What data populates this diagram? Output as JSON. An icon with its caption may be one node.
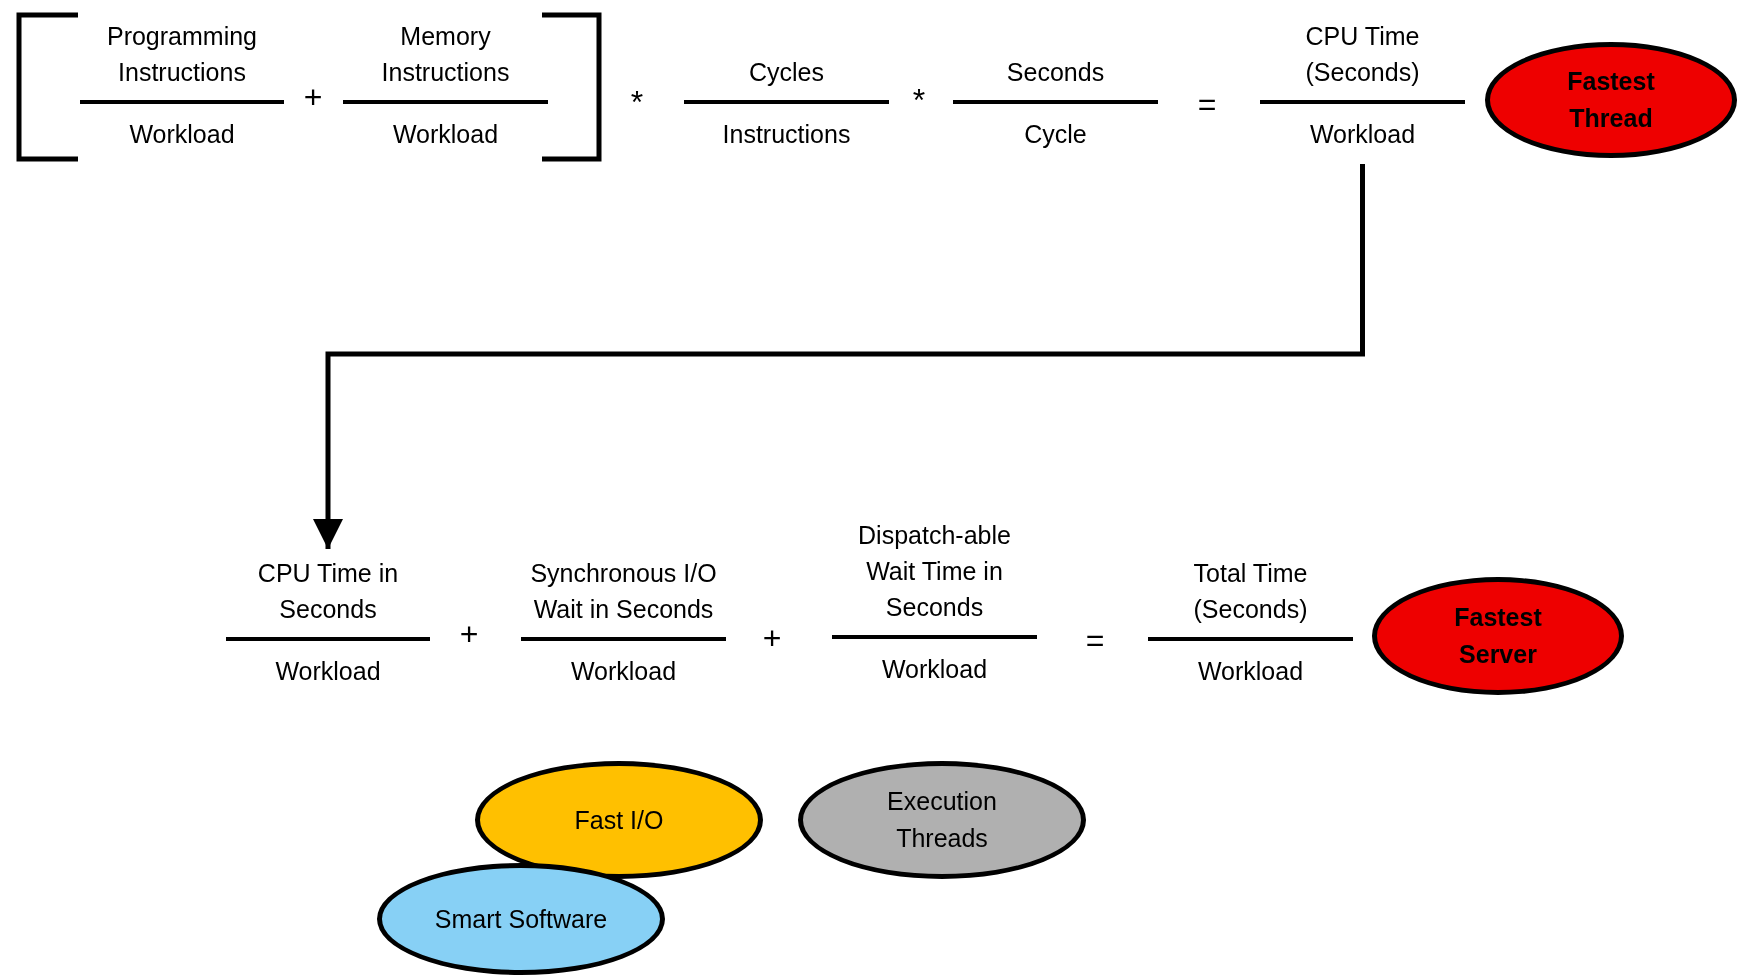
{
  "diagram": {
    "nodes": [
      {
        "text": [
          "Programming Instructions",
          "Workload"
        ]
      },
      {
        "text": [
          "Memory Instructions",
          "Workload"
        ]
      },
      {
        "text": [
          "Cycles",
          "Instructions"
        ]
      },
      {
        "text": [
          "Seconds",
          "Cycle"
        ]
      },
      {
        "text": [
          "CPU Time (Seconds)",
          "Workload"
        ]
      },
      {
        "text": [
          "Fastest Thread"
        ]
      },
      {
        "text": [
          "CPU Time in Seconds",
          "Workload"
        ]
      },
      {
        "text": [
          "Synchronous I/O Wait in Seconds",
          "Workload"
        ]
      },
      {
        "text": [
          "Dispatch-able Wait Time in Seconds",
          "Workload"
        ]
      },
      {
        "text": [
          "Total Time (Seconds)",
          "Workload"
        ]
      },
      {
        "text": [
          "Fastest Server"
        ]
      },
      {
        "text": [
          "Fast I/O"
        ]
      },
      {
        "text": [
          "Execution Threads"
        ]
      },
      {
        "text": [
          "Smart Software"
        ]
      }
    ],
    "edges": [
      {
        "from": 4,
        "to": 6,
        "arrow": "to"
      }
    ],
    "labels": [
      "+",
      "*",
      "*",
      "=",
      "+",
      "+",
      "="
    ]
  }
}
